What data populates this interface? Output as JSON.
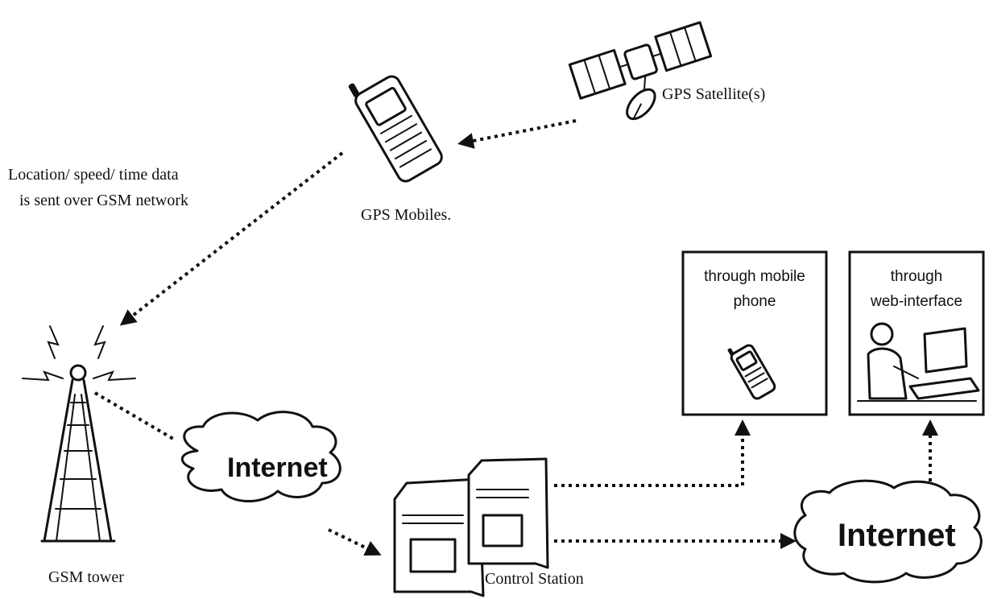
{
  "labels": {
    "satellite": "GPS Satellite(s)",
    "mobiles": "GPS Mobiles.",
    "data_line1": "Location/ speed/ time data",
    "data_line2": "is sent over GSM network",
    "tower": "GSM tower",
    "internet_left": "Internet",
    "internet_right": "Internet",
    "control_station": "Control Station",
    "box_mobile_line1": "through mobile",
    "box_mobile_line2": "phone",
    "box_web_line1": "through",
    "box_web_line2": "web-interface"
  },
  "icons": {
    "satellite": "satellite-icon",
    "mobile": "mobile-phone-icon",
    "tower": "gsm-tower-icon",
    "server": "server-icon",
    "cloud": "cloud-icon",
    "person": "person-at-computer-icon"
  }
}
